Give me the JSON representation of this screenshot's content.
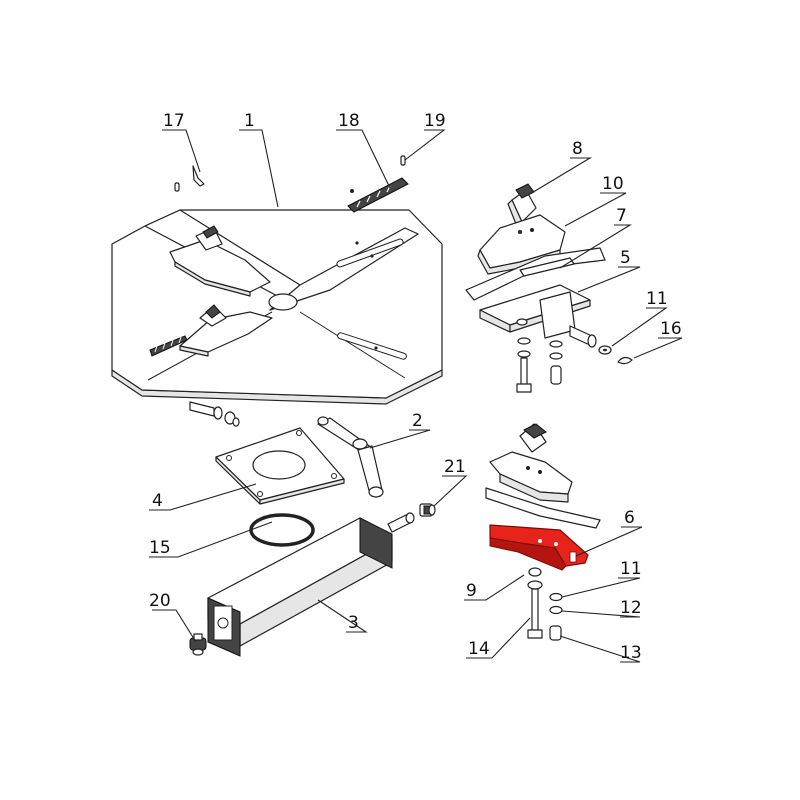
{
  "diagram": {
    "highlight_color": "#e8231b",
    "highlighted_part": "6",
    "callouts": [
      {
        "id": "c1",
        "label": "1"
      },
      {
        "id": "c2",
        "label": "2"
      },
      {
        "id": "c3",
        "label": "3"
      },
      {
        "id": "c4",
        "label": "4"
      },
      {
        "id": "c5",
        "label": "5"
      },
      {
        "id": "c6",
        "label": "6"
      },
      {
        "id": "c7",
        "label": "7"
      },
      {
        "id": "c8",
        "label": "8"
      },
      {
        "id": "c9",
        "label": "9"
      },
      {
        "id": "c10",
        "label": "10"
      },
      {
        "id": "c11a",
        "label": "11"
      },
      {
        "id": "c11b",
        "label": "11"
      },
      {
        "id": "c12",
        "label": "12"
      },
      {
        "id": "c13",
        "label": "13"
      },
      {
        "id": "c14",
        "label": "14"
      },
      {
        "id": "c15",
        "label": "15"
      },
      {
        "id": "c16",
        "label": "16"
      },
      {
        "id": "c17",
        "label": "17"
      },
      {
        "id": "c18",
        "label": "18"
      },
      {
        "id": "c19",
        "label": "19"
      },
      {
        "id": "c20",
        "label": "20"
      },
      {
        "id": "c21",
        "label": "21"
      }
    ]
  }
}
